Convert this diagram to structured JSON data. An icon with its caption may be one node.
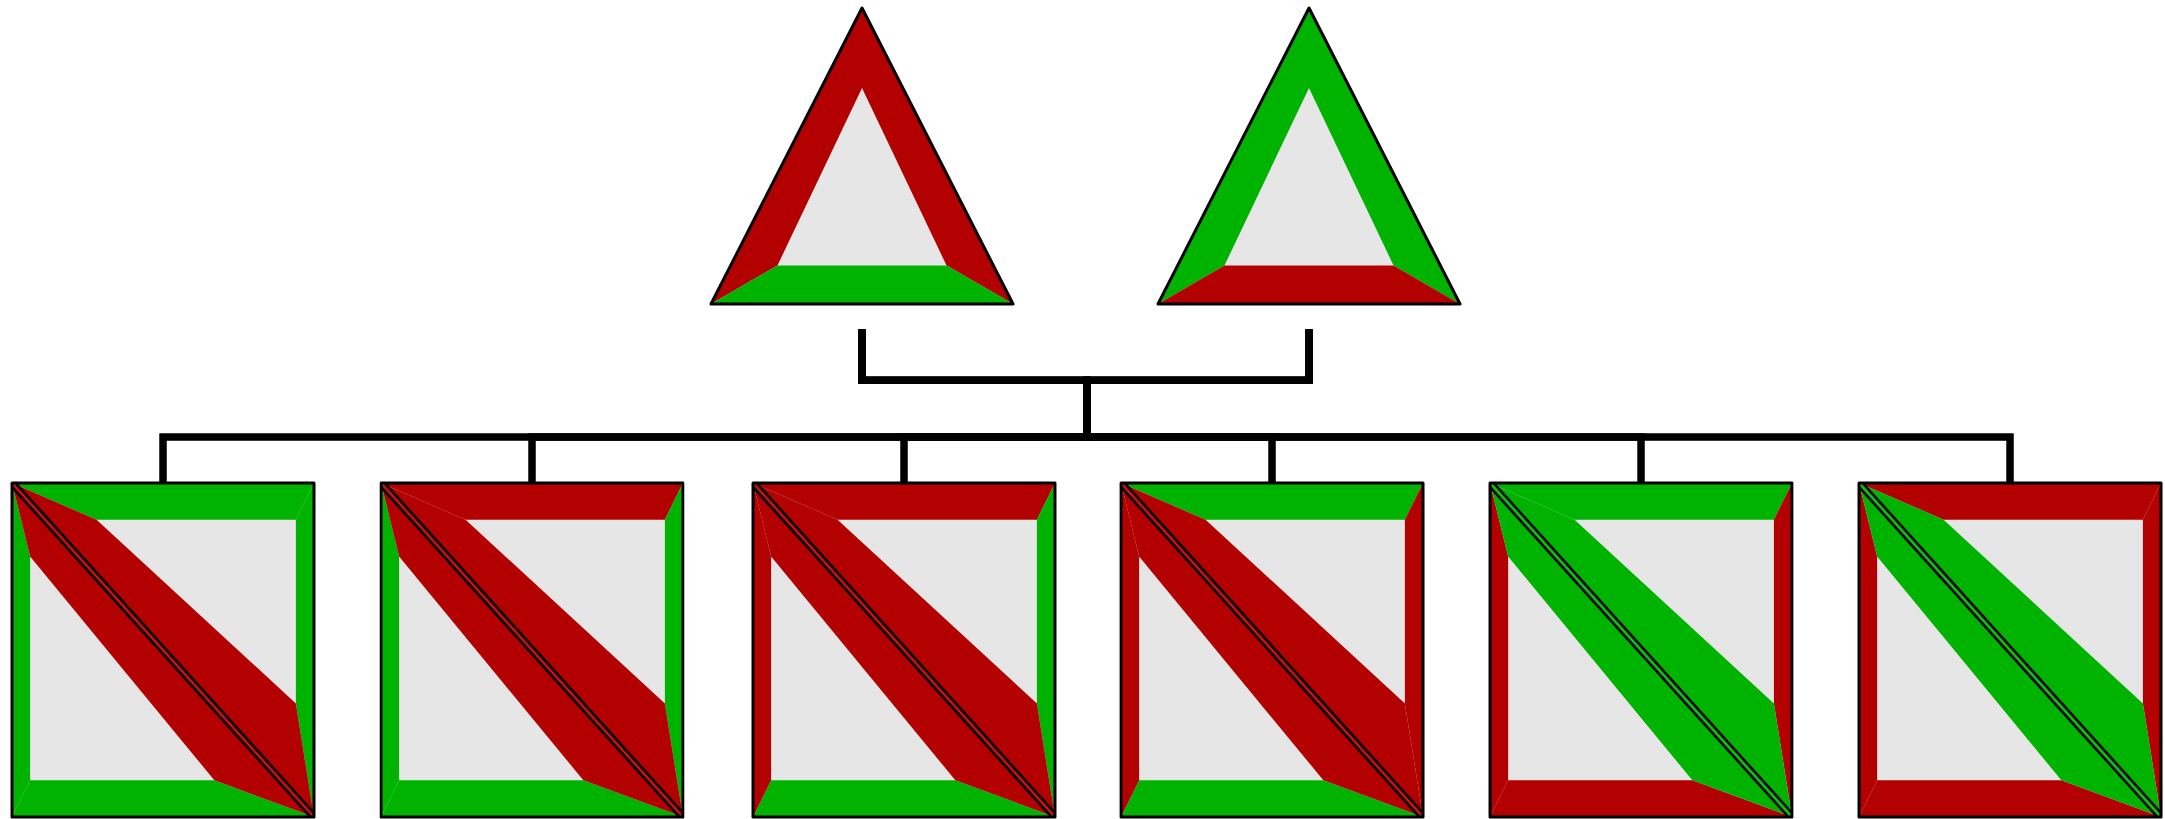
{
  "diagram": {
    "nodes": [
      {
        "text": [],
        "shape": "triangle"
      },
      {
        "text": [],
        "shape": "triangle"
      },
      {
        "text": [],
        "shape": "box"
      },
      {
        "text": [],
        "shape": "box"
      },
      {
        "text": [],
        "shape": "box"
      },
      {
        "text": [],
        "shape": "box"
      },
      {
        "text": [],
        "shape": "box"
      },
      {
        "text": [],
        "shape": "box"
      }
    ],
    "edges": [
      {
        "from": 0,
        "to": 2,
        "arrow": "none"
      },
      {
        "from": 0,
        "to": 3,
        "arrow": "none"
      },
      {
        "from": 0,
        "to": 4,
        "arrow": "none"
      },
      {
        "from": 0,
        "to": 5,
        "arrow": "none"
      },
      {
        "from": 0,
        "to": 6,
        "arrow": "none"
      },
      {
        "from": 0,
        "to": 7,
        "arrow": "none"
      },
      {
        "from": 1,
        "to": 2,
        "arrow": "none"
      },
      {
        "from": 1,
        "to": 3,
        "arrow": "none"
      },
      {
        "from": 1,
        "to": 4,
        "arrow": "none"
      },
      {
        "from": 1,
        "to": 5,
        "arrow": "none"
      },
      {
        "from": 1,
        "to": 6,
        "arrow": "none"
      },
      {
        "from": 1,
        "to": 7,
        "arrow": "none"
      }
    ]
  }
}
